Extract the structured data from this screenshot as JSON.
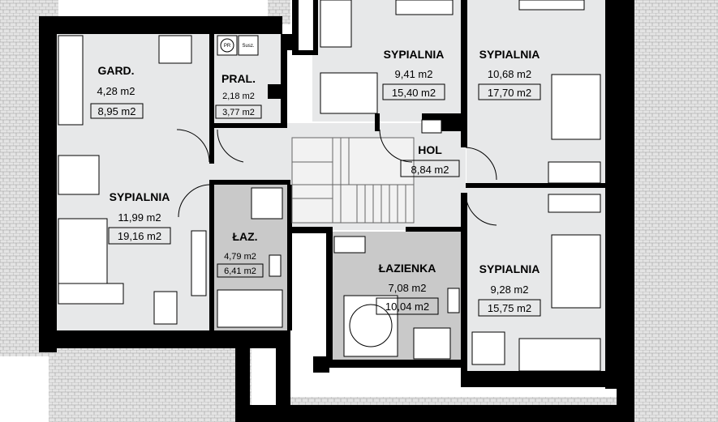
{
  "colors": {
    "wall": "#000000",
    "room_fill": "#e7e8e9",
    "bath_fill": "#c9c9c9",
    "roof_tile": "#dcdcdc",
    "furniture": "#ffffff"
  },
  "rooms": {
    "gard": {
      "name": "GARD.",
      "area_net": "4,28 m2",
      "area_gross": "8,95 m2"
    },
    "pral": {
      "name": "PRAL.",
      "area_net": "2,18 m2",
      "area_gross": "3,77 m2"
    },
    "sypialnia_top_mid": {
      "name": "SYPIALNIA",
      "area_net": "9,41 m2",
      "area_gross": "15,40 m2"
    },
    "sypialnia_top_right": {
      "name": "SYPIALNIA",
      "area_net": "10,68 m2",
      "area_gross": "17,70 m2"
    },
    "hol": {
      "name": "HOL",
      "area_net": "8,84 m2"
    },
    "sypialnia_left": {
      "name": "SYPIALNIA",
      "area_net": "11,99 m2",
      "area_gross": "19,16 m2"
    },
    "laz": {
      "name": "ŁAZ.",
      "area_net": "4,79 m2",
      "area_gross": "6,41 m2"
    },
    "lazienka": {
      "name": "ŁAZIENKA",
      "area_net": "7,08 m2",
      "area_gross": "10,04 m2"
    },
    "sypialnia_bottom_right": {
      "name": "SYPIALNIA",
      "area_net": "9,28 m2",
      "area_gross": "15,75 m2"
    }
  },
  "appliances": {
    "pr": "PR",
    "susz": "Susz."
  }
}
